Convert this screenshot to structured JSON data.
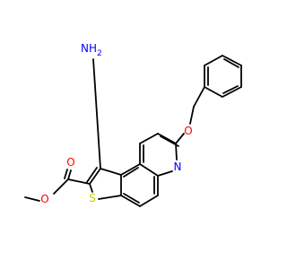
{
  "molecule": {
    "atom_labels": {
      "amino": "NH",
      "amino_sub": "2",
      "ring_nitrogen": "N",
      "ether_oxygen": "O",
      "carbonyl_oxygen": "O",
      "ester_oxygen": "O",
      "sulfur": "S"
    },
    "colors": {
      "bond": "#000000",
      "nitrogen": "#0000ff",
      "oxygen": "#ff0000",
      "sulfur": "#cccc00",
      "background": "#ffffff"
    }
  }
}
